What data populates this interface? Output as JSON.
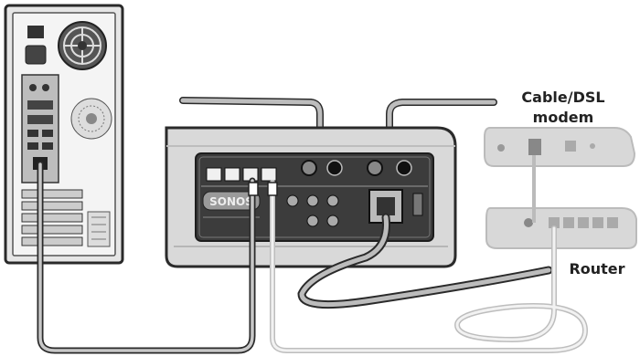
{
  "labels": {
    "modem_line1": "Cable/DSL",
    "modem_line2": "modem",
    "router": "Router"
  },
  "device_logo": "SONOS",
  "colors": {
    "outline": "#2a2a2a",
    "device_gray": "#d9d9d9",
    "panel_dark": "#3c3c3c",
    "cable_light": "#f2f2f2",
    "modem_gray": "#cfcfcf"
  }
}
